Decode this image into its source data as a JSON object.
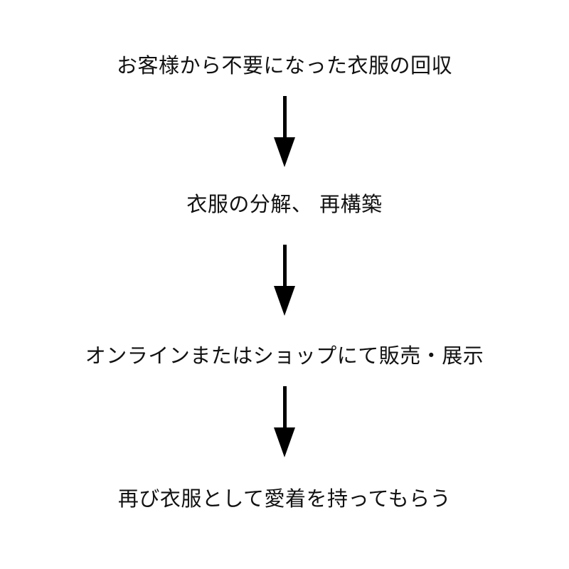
{
  "diagram": {
    "type": "vertical-flowchart",
    "background_color": "#ffffff",
    "text_color": "#111111",
    "arrow_color": "#000000",
    "steps": [
      {
        "id": "step-1",
        "label": "お客様から不要になった衣服の回収"
      },
      {
        "id": "step-2",
        "label": "衣服の分解、 再構築"
      },
      {
        "id": "step-3",
        "label": "オンラインまたはショップにて販売・展示"
      },
      {
        "id": "step-4",
        "label": "再び衣服として愛着を持ってもらう"
      }
    ],
    "connectors": [
      {
        "id": "connector-1",
        "icon": "down-arrow-icon",
        "direction": "down"
      },
      {
        "id": "connector-2",
        "icon": "down-arrow-icon",
        "direction": "down"
      },
      {
        "id": "connector-3",
        "icon": "down-arrow-icon",
        "direction": "down"
      }
    ]
  }
}
